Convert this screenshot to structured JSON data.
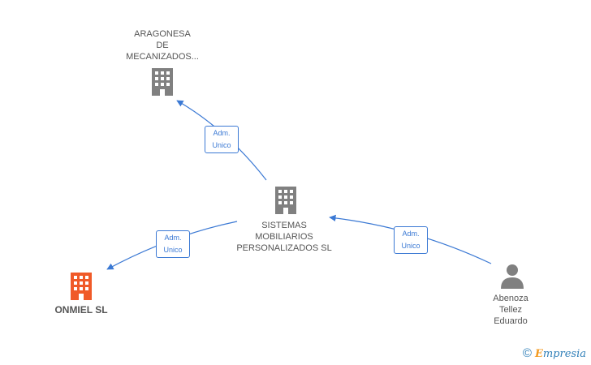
{
  "nodes": {
    "aragonesa": {
      "lines": [
        "ARAGONESA",
        "DE",
        "MECANIZADOS..."
      ],
      "kind": "company",
      "color": "#808080"
    },
    "sistemas": {
      "lines": [
        "SISTEMAS",
        "MOBILIARIOS",
        "PERSONALIZADOS SL"
      ],
      "kind": "company",
      "color": "#808080"
    },
    "onmiel": {
      "lines": [
        "ONMIEL SL"
      ],
      "kind": "company",
      "color": "#f05a28"
    },
    "abenoza": {
      "lines": [
        "Abenoza",
        "Tellez",
        "Eduardo"
      ],
      "kind": "person",
      "color": "#808080"
    }
  },
  "edges": [
    {
      "from": "sistemas",
      "to": "aragonesa",
      "label": [
        "Adm.",
        "Unico"
      ]
    },
    {
      "from": "sistemas",
      "to": "onmiel",
      "label": [
        "Adm.",
        "Unico"
      ]
    },
    {
      "from": "abenoza",
      "to": "sistemas",
      "label": [
        "Adm.",
        "Unico"
      ]
    }
  ],
  "colors": {
    "edge": "#3b79d4",
    "accent_company": "#f05a28"
  },
  "brand": {
    "copyright": "©",
    "initial": "E",
    "name": "mpresia"
  }
}
